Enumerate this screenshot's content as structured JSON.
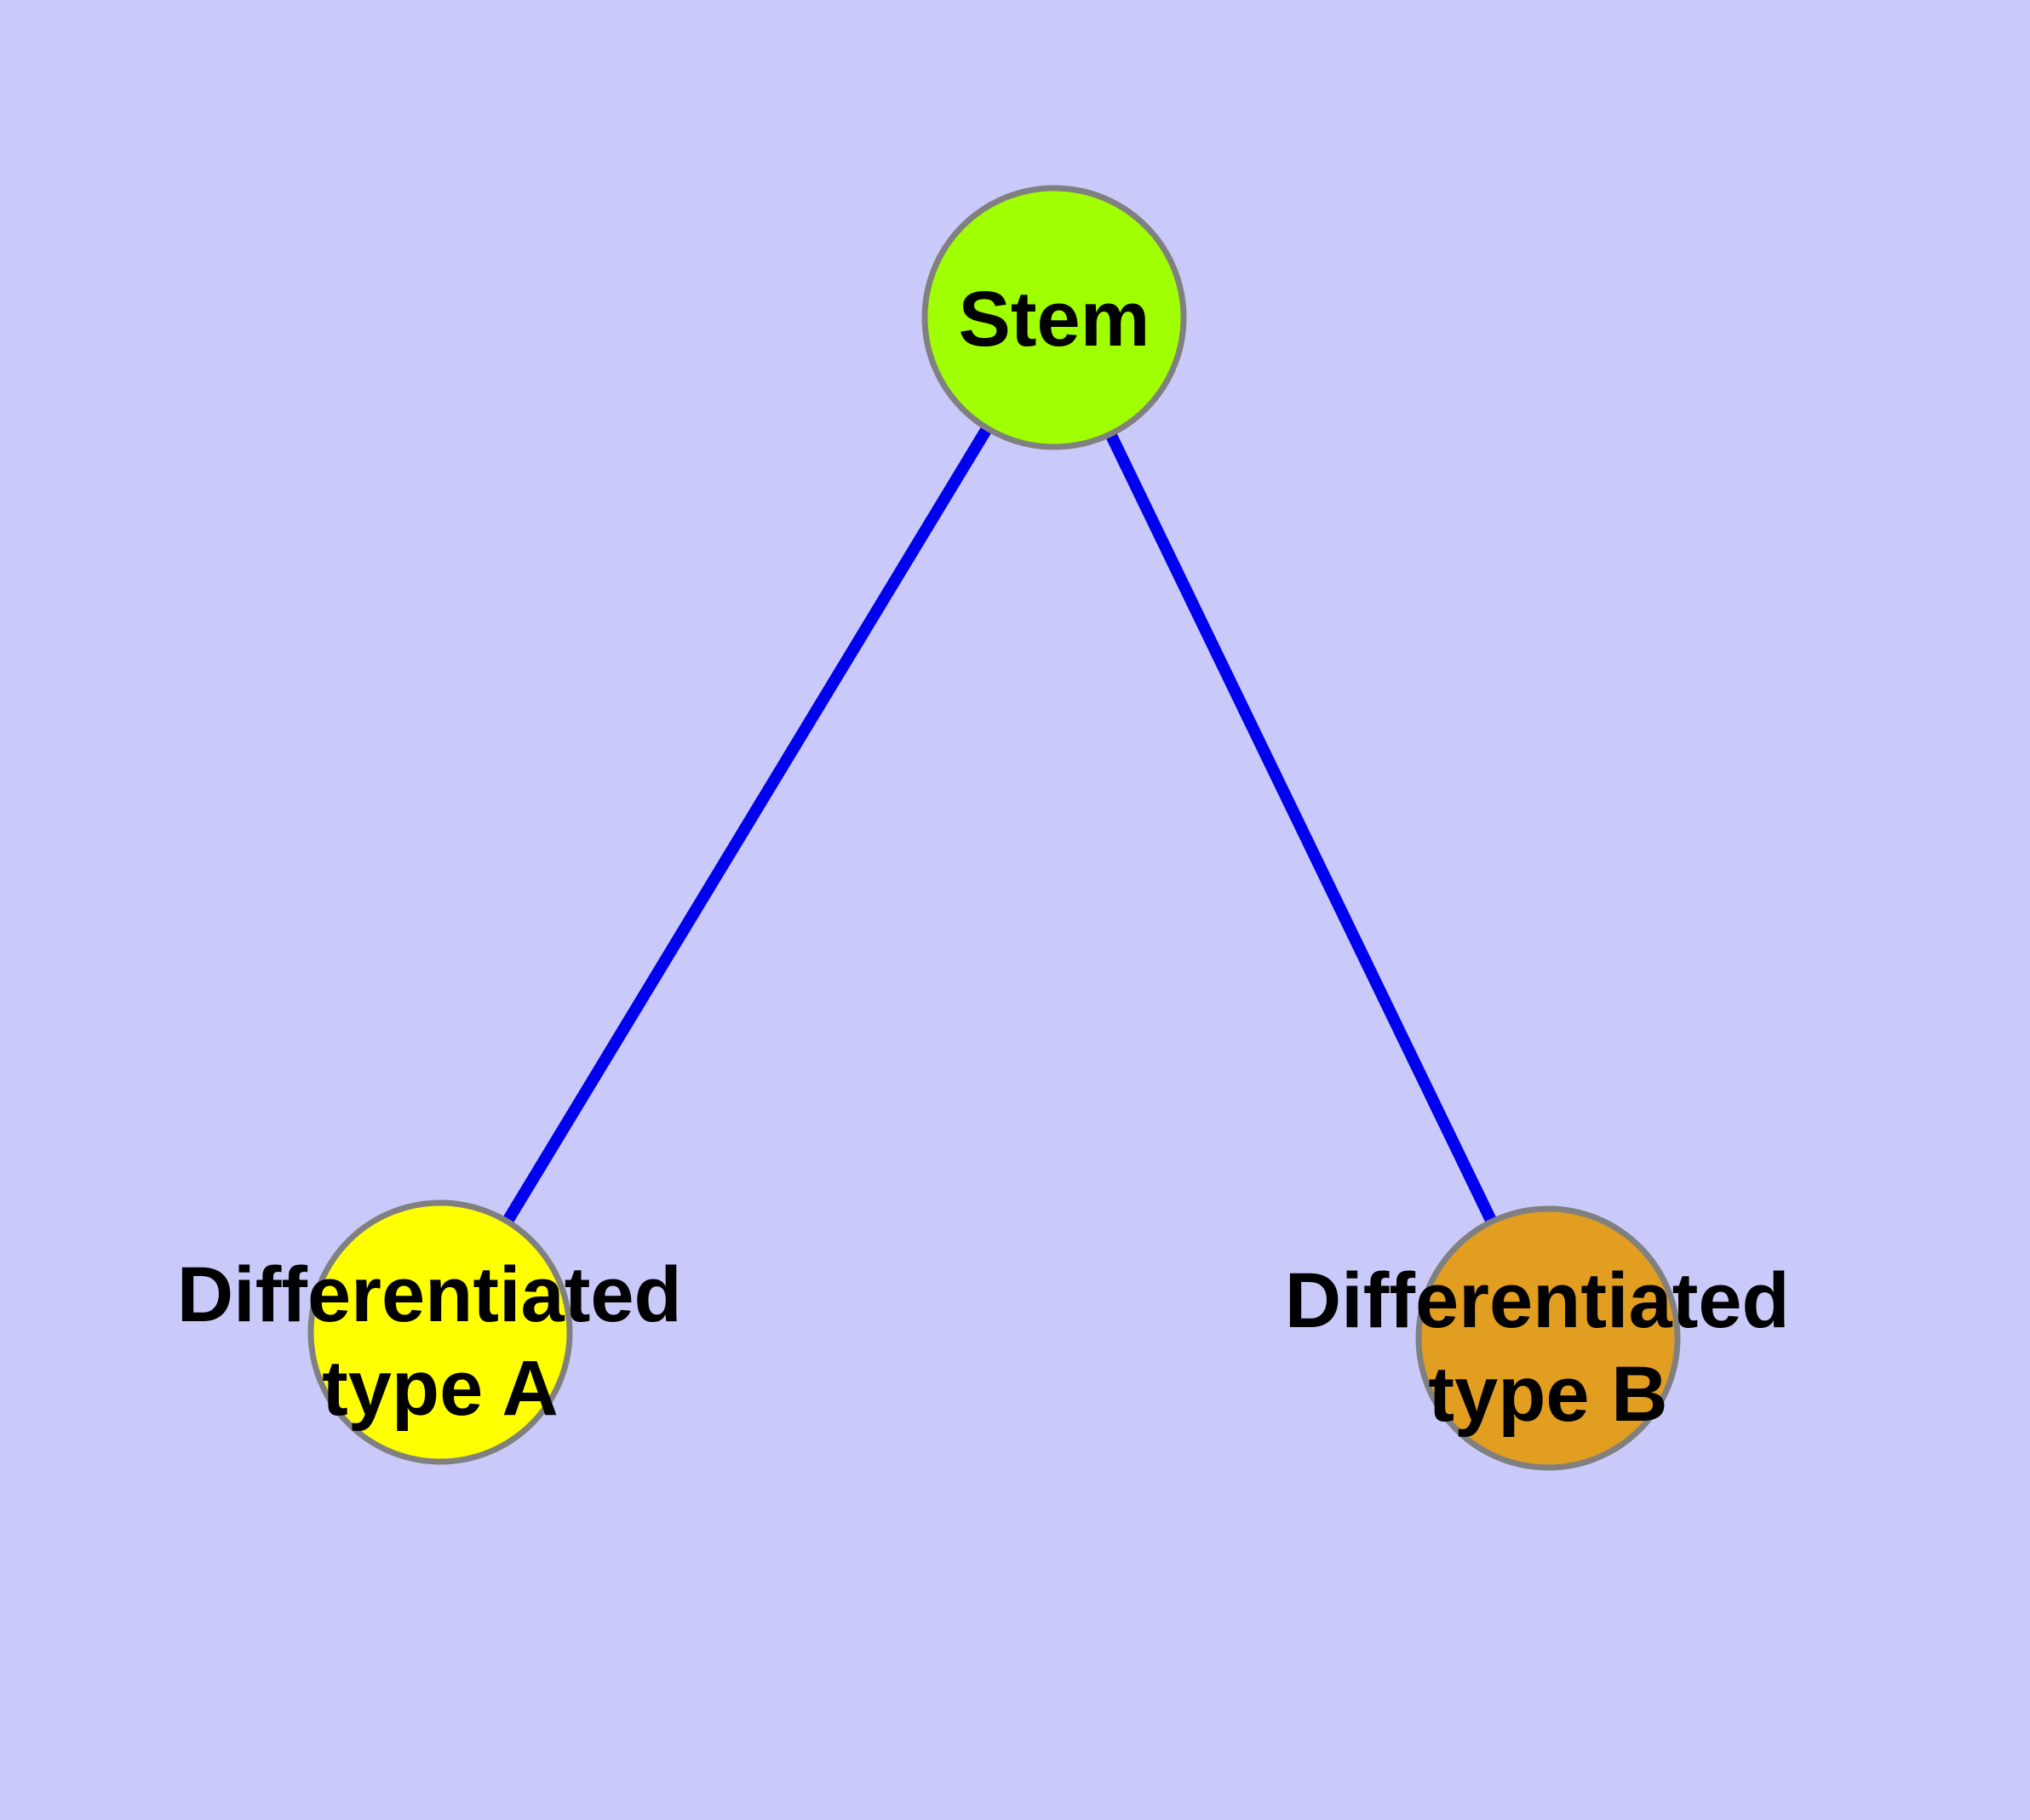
{
  "canvas": {
    "background_color": "#CACAFA",
    "node_border_color": "#808080",
    "edge_color": "#0000EE",
    "text_color": "#000000"
  },
  "nodes": {
    "stem": {
      "label": "Stem",
      "fill_color": "#A0FF00"
    },
    "type_a": {
      "label": "Differentiated type A",
      "label_lines": [
        "Differentiated",
        "type A"
      ],
      "fill_color": "#FFFF00"
    },
    "type_b": {
      "label": "Differentiated type B",
      "label_lines": [
        "Differentiated",
        "type B"
      ],
      "fill_color": "#E29E21"
    }
  },
  "edges": [
    {
      "from": "Stem",
      "to": "Differentiated type A"
    },
    {
      "from": "Stem",
      "to": "Differentiated type B"
    }
  ]
}
